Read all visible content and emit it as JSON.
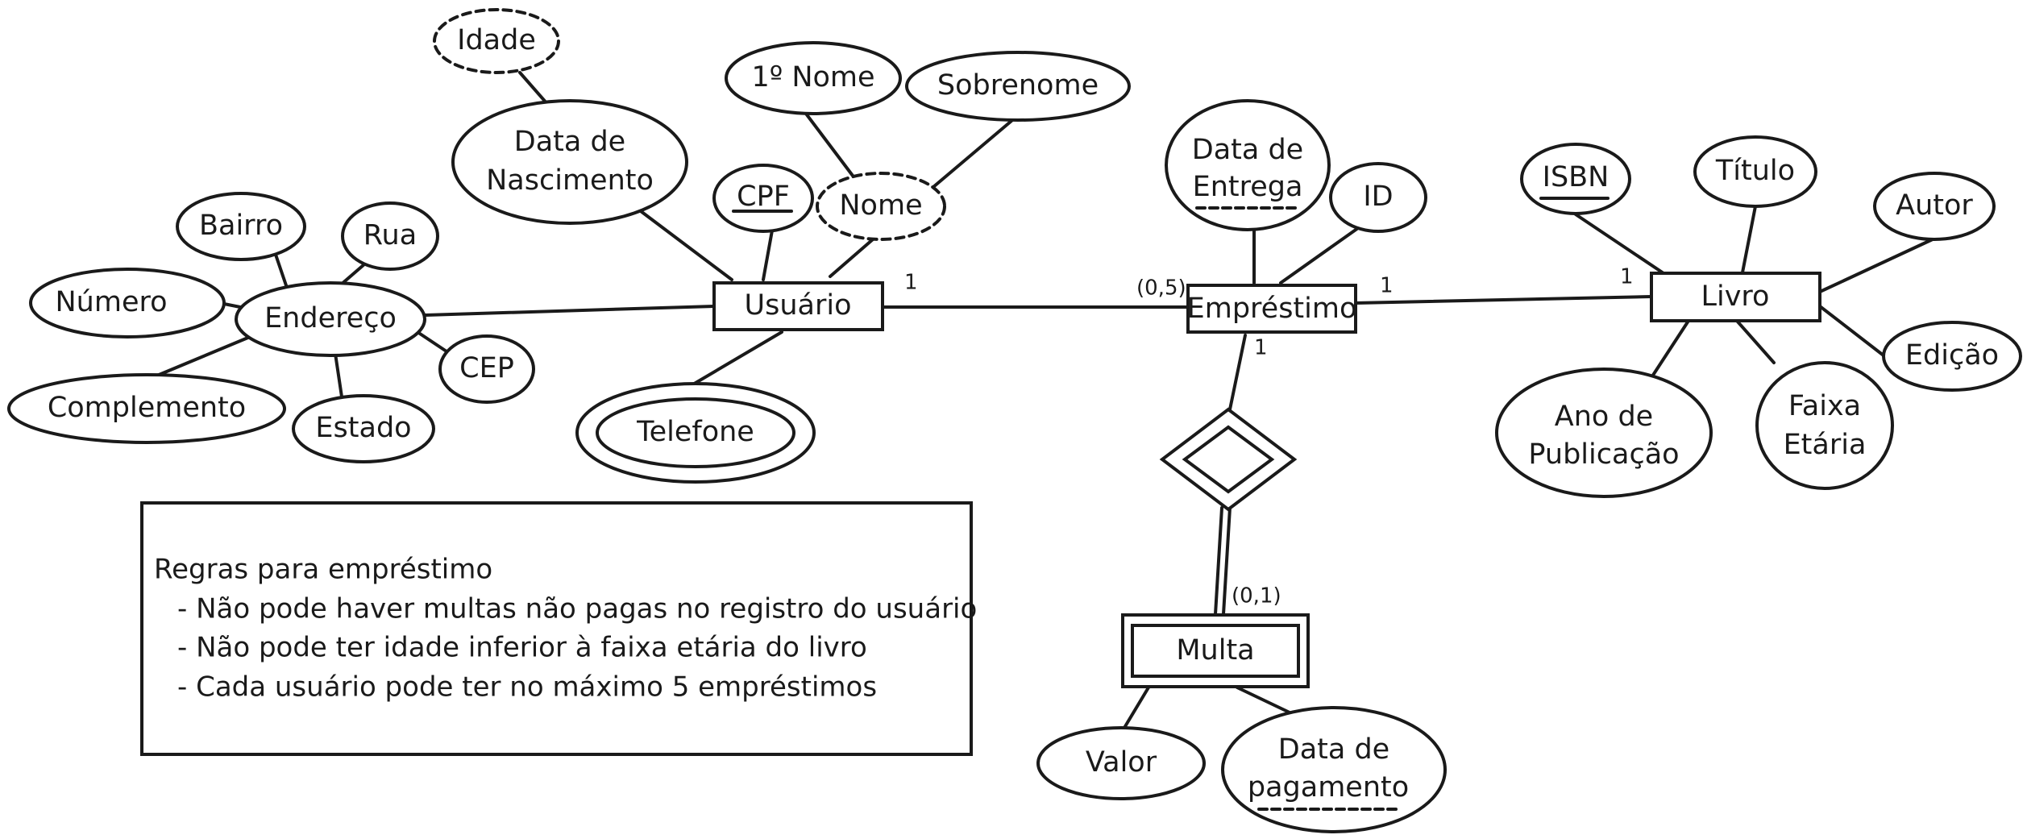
{
  "entities": {
    "usuario": "Usuário",
    "emprestimo": "Empréstimo",
    "livro": "Livro",
    "multa": "Multa"
  },
  "attributes": {
    "idade": "Idade",
    "data_nasc_1": "Data de",
    "data_nasc_2": "Nascimento",
    "primeiro_nome": "1º Nome",
    "sobrenome": "Sobrenome",
    "cpf": "CPF",
    "nome": "Nome",
    "bairro": "Bairro",
    "rua": "Rua",
    "numero": "Número",
    "endereco": "Endereço",
    "cep": "CEP",
    "complemento": "Complemento",
    "estado": "Estado",
    "telefone": "Telefone",
    "data_entrega_1": "Data de",
    "data_entrega_2": "Entrega",
    "id": "ID",
    "isbn": "ISBN",
    "titulo": "Título",
    "autor": "Autor",
    "edicao": "Edição",
    "ano_pub_1": "Ano de",
    "ano_pub_2": "Publicação",
    "faixa_1": "Faixa",
    "faixa_2": "Etária",
    "valor": "Valor",
    "data_pag_1": "Data de",
    "data_pag_2": "pagamento"
  },
  "cardinalities": {
    "usuario_side": "1",
    "emprestimo_usuario_side": "(0,5)",
    "emprestimo_livro_side": "1",
    "livro_side": "1",
    "emprestimo_multa_side": "1",
    "multa_side": "(0,1)"
  },
  "rules": {
    "title": "Regras para empréstimo",
    "items": [
      "- Não pode haver multas não pagas no registro do usuário",
      "- Não pode ter idade inferior à faixa etária do livro",
      "- Cada usuário pode ter no máximo 5 empréstimos"
    ]
  },
  "colors": {
    "stroke": "#1a1a1a",
    "background": "#ffffff"
  }
}
